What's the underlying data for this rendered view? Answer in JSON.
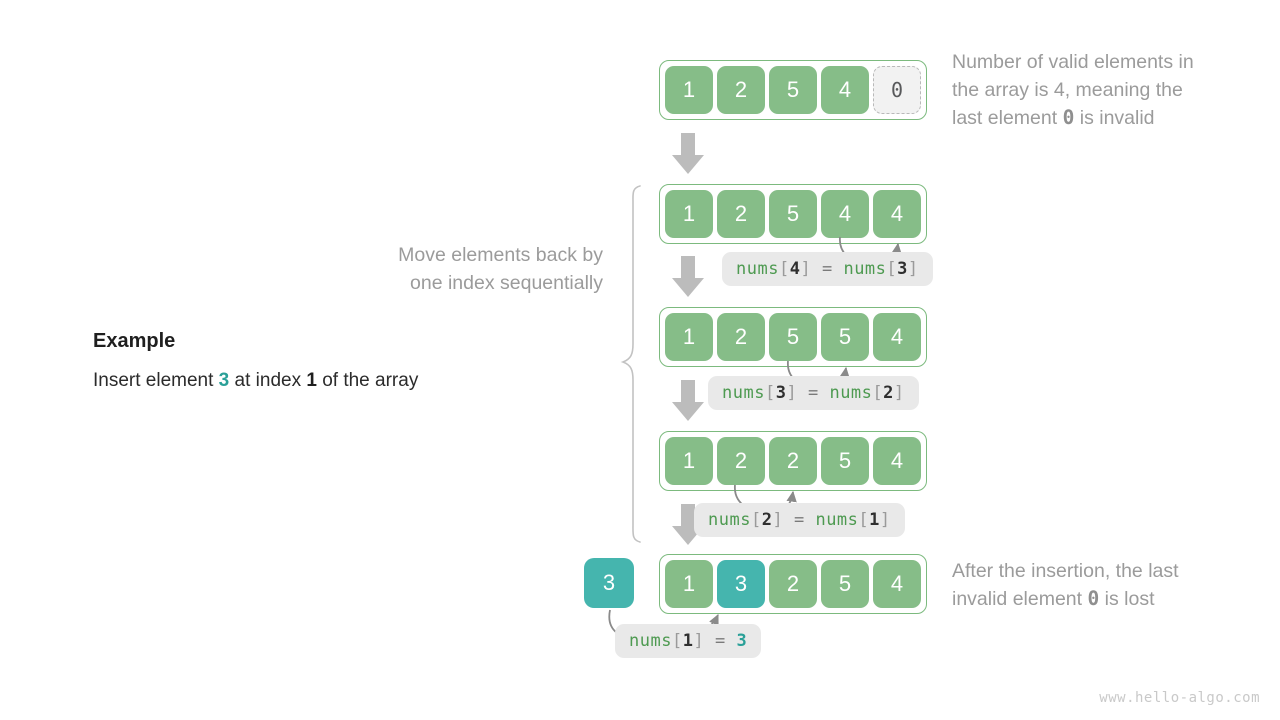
{
  "example": {
    "title": "Example",
    "text_before": "Insert element ",
    "element": "3",
    "text_mid": " at index ",
    "index": "1",
    "text_after": " of the array"
  },
  "notes": {
    "top": "Number of valid elements in the array is 4, meaning the last element 0 is invalid",
    "top_line1": "Number of valid elements in",
    "top_line2": "the array is 4, meaning the",
    "top_line3_a": "last element ",
    "top_line3_mono": "0",
    "top_line3_b": " is invalid",
    "move_line1": "Move elements back by",
    "move_line2": "one index sequentially",
    "bottom_line1": "After the insertion, the last",
    "bottom_line2_a": "invalid element ",
    "bottom_line2_mono": "0",
    "bottom_line2_b": " is lost"
  },
  "arrays": [
    {
      "name": "initial",
      "values": [
        "1",
        "2",
        "5",
        "4",
        "0"
      ],
      "invalid_index": 4,
      "highlight_index": null
    },
    {
      "name": "shift-4",
      "values": [
        "1",
        "2",
        "5",
        "4",
        "4"
      ],
      "invalid_index": null,
      "highlight_index": null
    },
    {
      "name": "shift-3",
      "values": [
        "1",
        "2",
        "5",
        "5",
        "4"
      ],
      "invalid_index": null,
      "highlight_index": null
    },
    {
      "name": "shift-2",
      "values": [
        "1",
        "2",
        "2",
        "5",
        "4"
      ],
      "invalid_index": null,
      "highlight_index": null
    },
    {
      "name": "final",
      "values": [
        "1",
        "3",
        "2",
        "5",
        "4"
      ],
      "invalid_index": null,
      "highlight_index": 1
    }
  ],
  "insert_box": {
    "value": "3"
  },
  "code_labels": [
    {
      "name": "assign-4-3",
      "lhs_name": "nums",
      "lhs_index": "4",
      "op": "=",
      "rhs_name": "nums",
      "rhs_index": "3",
      "rhs_literal": null
    },
    {
      "name": "assign-3-2",
      "lhs_name": "nums",
      "lhs_index": "3",
      "op": "=",
      "rhs_name": "nums",
      "rhs_index": "2",
      "rhs_literal": null
    },
    {
      "name": "assign-2-1",
      "lhs_name": "nums",
      "lhs_index": "2",
      "op": "=",
      "rhs_name": "nums",
      "rhs_index": "1",
      "rhs_literal": null
    },
    {
      "name": "assign-1-3",
      "lhs_name": "nums",
      "lhs_index": "1",
      "op": "=",
      "rhs_name": null,
      "rhs_index": null,
      "rhs_literal": "3"
    }
  ],
  "watermark": "www.hello-algo.com",
  "colors": {
    "cell_green": "#86bd88",
    "cell_border": "#7cba7e",
    "teal": "#45b5ae",
    "invalid_fill": "#f2f2f2",
    "invalid_border": "#b9b9b9",
    "arrow_gray": "#b7b7b7",
    "curve_gray": "#8a8a8a",
    "chip_bg": "#e9e9e9",
    "note_gray": "#9b9b9b"
  }
}
